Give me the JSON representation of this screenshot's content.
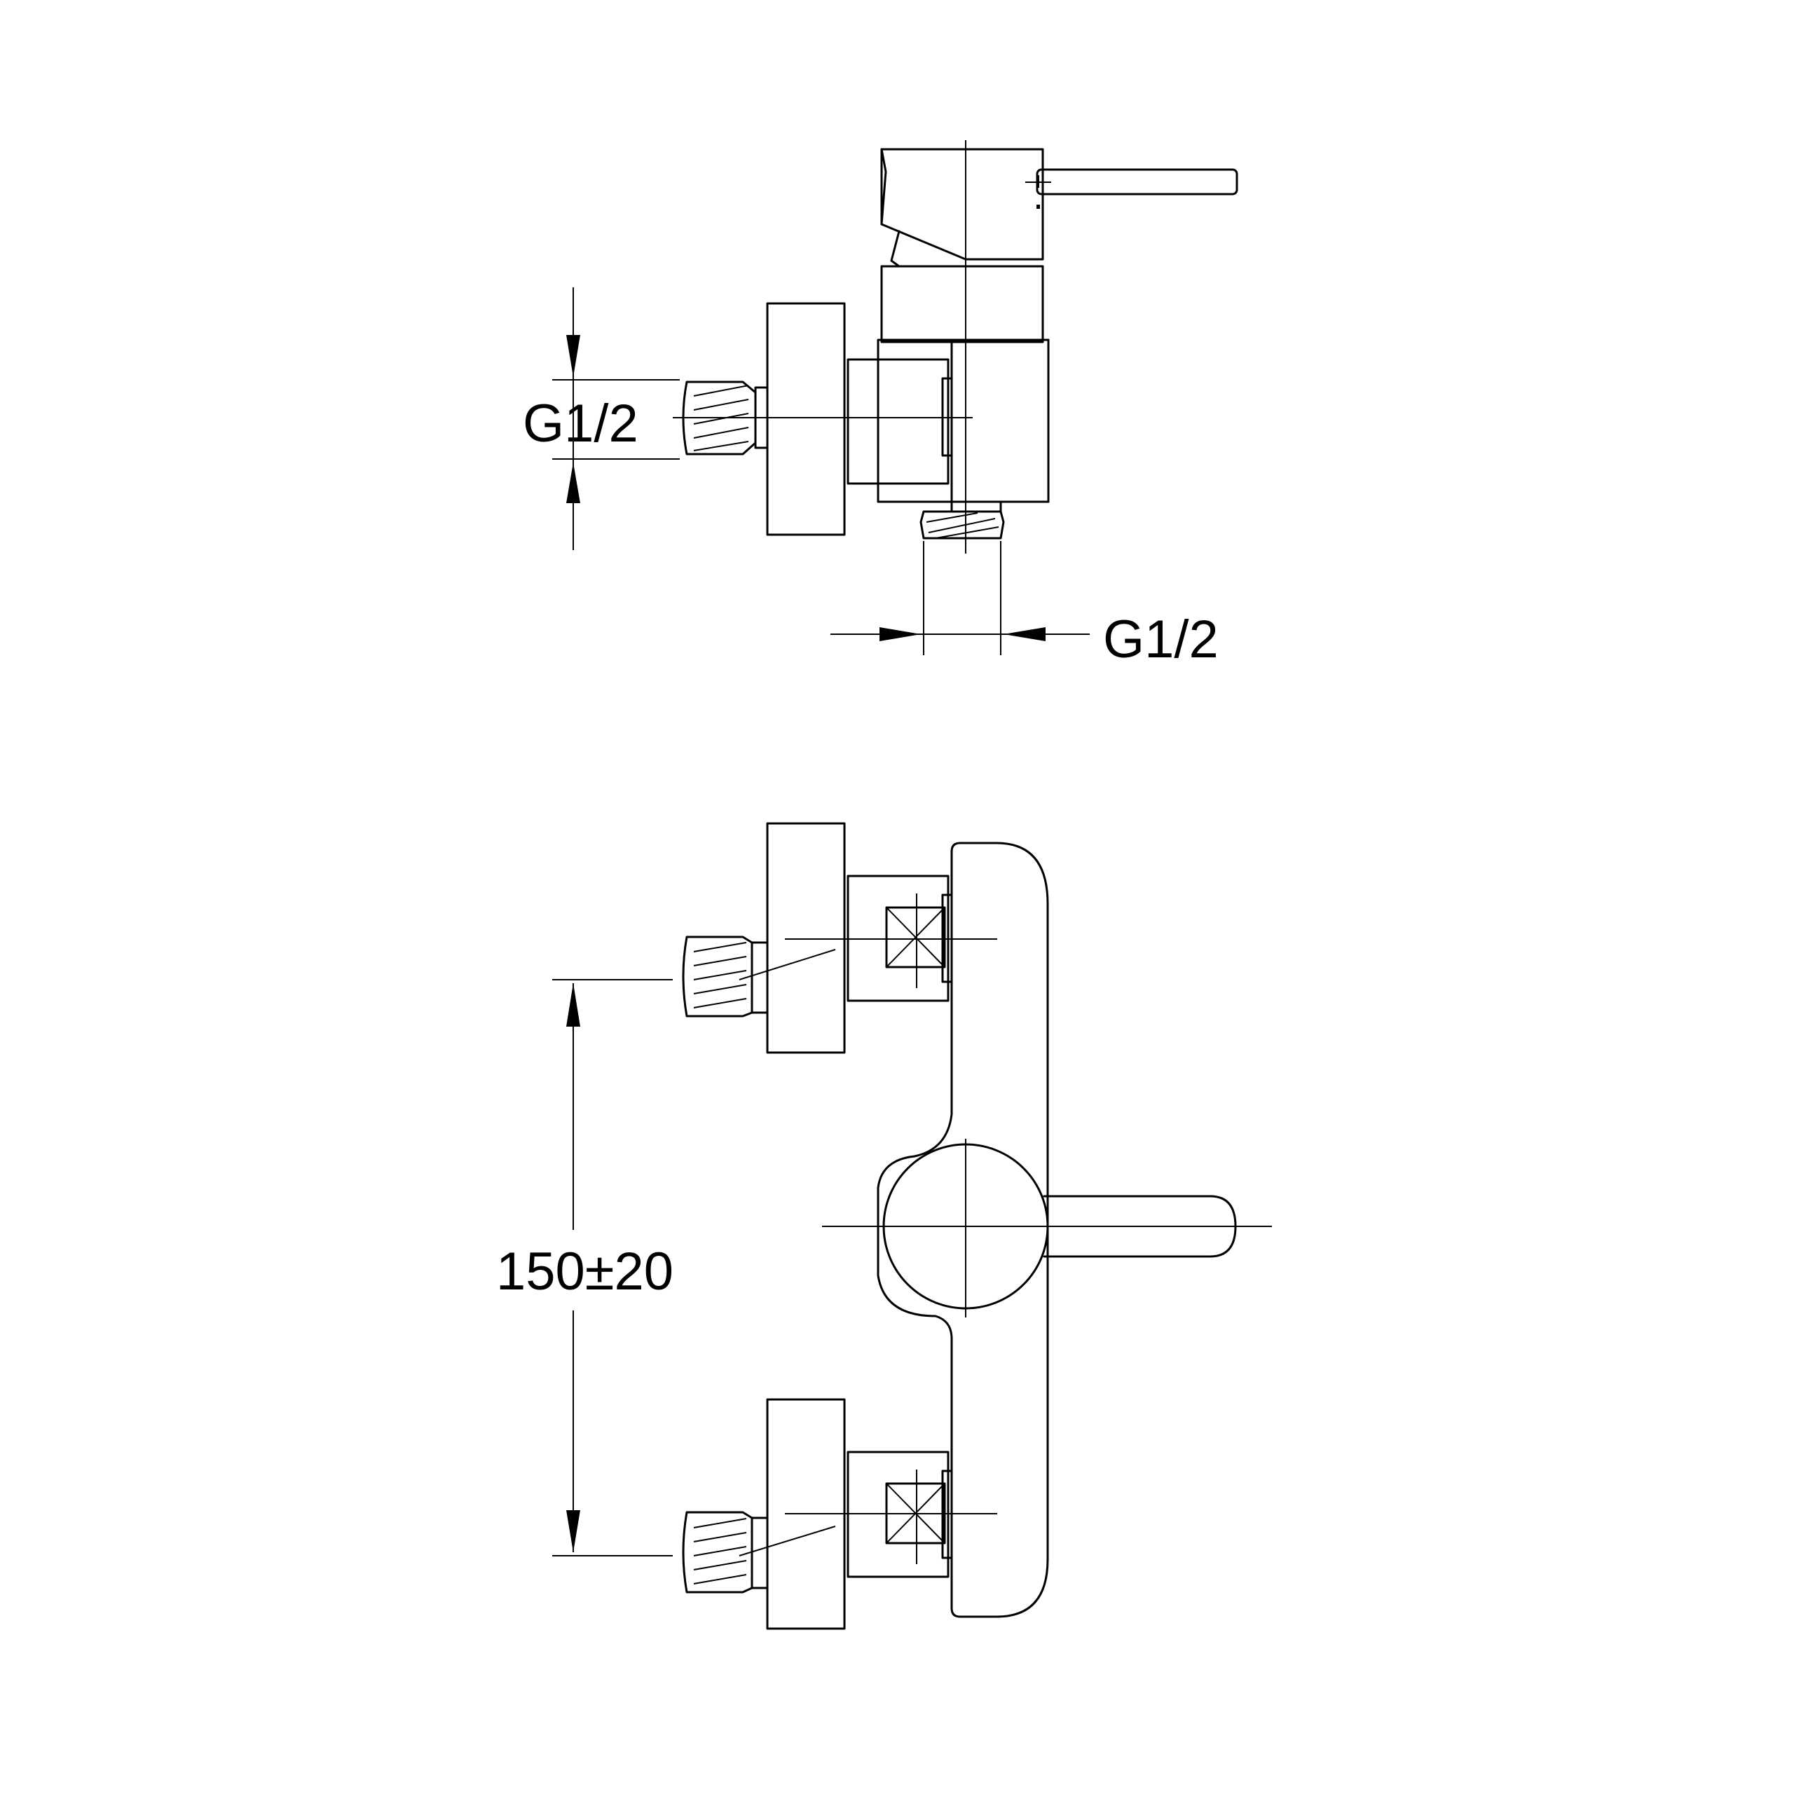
{
  "side_view": {
    "inlet_dimension_label": "G1/2",
    "outlet_dimension_label": "G1/2"
  },
  "front_view": {
    "inlet_spacing_label": "150±20"
  },
  "colors": {
    "line": "#000000",
    "background": "#ffffff"
  }
}
